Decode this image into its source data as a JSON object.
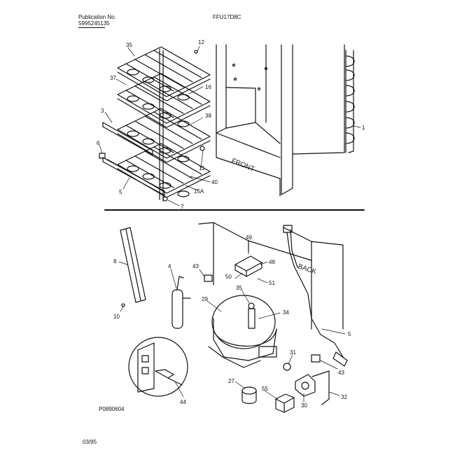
{
  "header": {
    "publication_label": "Publication No.",
    "publication_number": "5995245135",
    "model": "FFU17D8C"
  },
  "labels": {
    "front": "FRONT",
    "back": "BACK",
    "top_parts": [
      "35",
      "12",
      "37",
      "16",
      "3",
      "38",
      "6",
      "11",
      "40",
      "15A",
      "5",
      "7",
      "1"
    ],
    "bottom_parts": [
      "8",
      "4",
      "43",
      "49",
      "48",
      "50",
      "51",
      "35",
      "29",
      "34",
      "10",
      "5",
      "31",
      "43",
      "27",
      "55",
      "30",
      "32",
      "44"
    ]
  },
  "footer": {
    "diagram_code": "P0890604",
    "date": "03/95"
  }
}
